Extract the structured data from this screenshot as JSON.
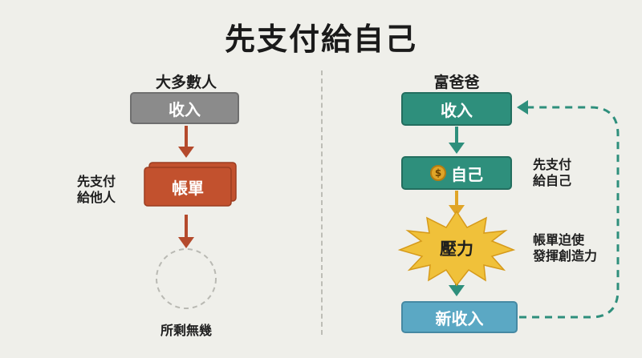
{
  "title": "先支付給自己",
  "left": {
    "heading": "大多數人",
    "income": "收入",
    "bills": "帳單",
    "note_line1": "先支付",
    "note_line2": "給他人",
    "result": "所剩無幾"
  },
  "right": {
    "heading": "富爸爸",
    "income": "收入",
    "self": "自己",
    "self_note_line1": "先支付",
    "self_note_line2": "給自己",
    "pressure": "壓力",
    "pressure_note_line1": "帳單迫使",
    "pressure_note_line2": "發揮創造力",
    "new_income": "新收入"
  },
  "colors": {
    "gray_box": "#8b8b8b",
    "bills": "#c2512e",
    "left_arrow": "#b44a2c",
    "teal": "#2e8f7c",
    "blue_box": "#5ba8c4",
    "burst": "#f0c13a",
    "gold_arrow": "#e0a528",
    "dashed_loop": "#2e8f7c"
  },
  "icons": {
    "coin": "dollar-coin-icon",
    "coin_symbol": "$"
  }
}
